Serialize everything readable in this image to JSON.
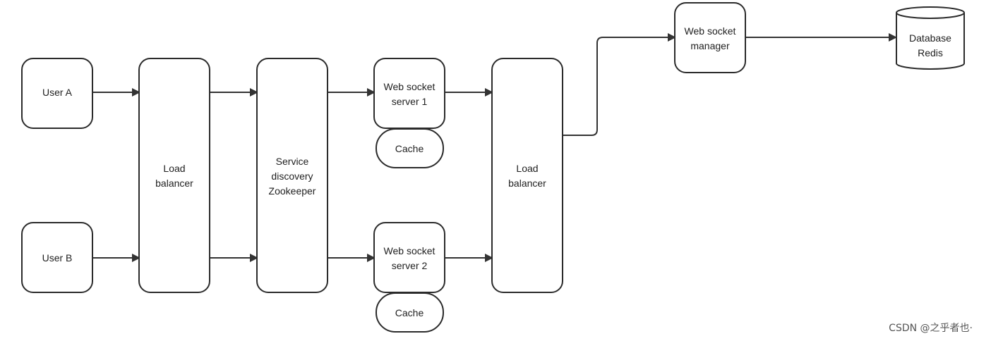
{
  "nodes": {
    "user_a": [
      "User A"
    ],
    "user_b": [
      "User B"
    ],
    "load_balancer_1": [
      "Load",
      "balancer"
    ],
    "service_discovery": [
      "Service",
      "discovery",
      "Zookeeper"
    ],
    "ws_server_1": [
      "Web socket",
      "server 1"
    ],
    "cache_1": [
      "Cache"
    ],
    "ws_server_2": [
      "Web socket",
      "server 2"
    ],
    "cache_2": [
      "Cache"
    ],
    "load_balancer_2": [
      "Load",
      "balancer"
    ],
    "ws_manager": [
      "Web socket",
      "manager"
    ],
    "database": [
      "Database",
      "Redis"
    ]
  },
  "watermark": "CSDN @之乎者也·"
}
